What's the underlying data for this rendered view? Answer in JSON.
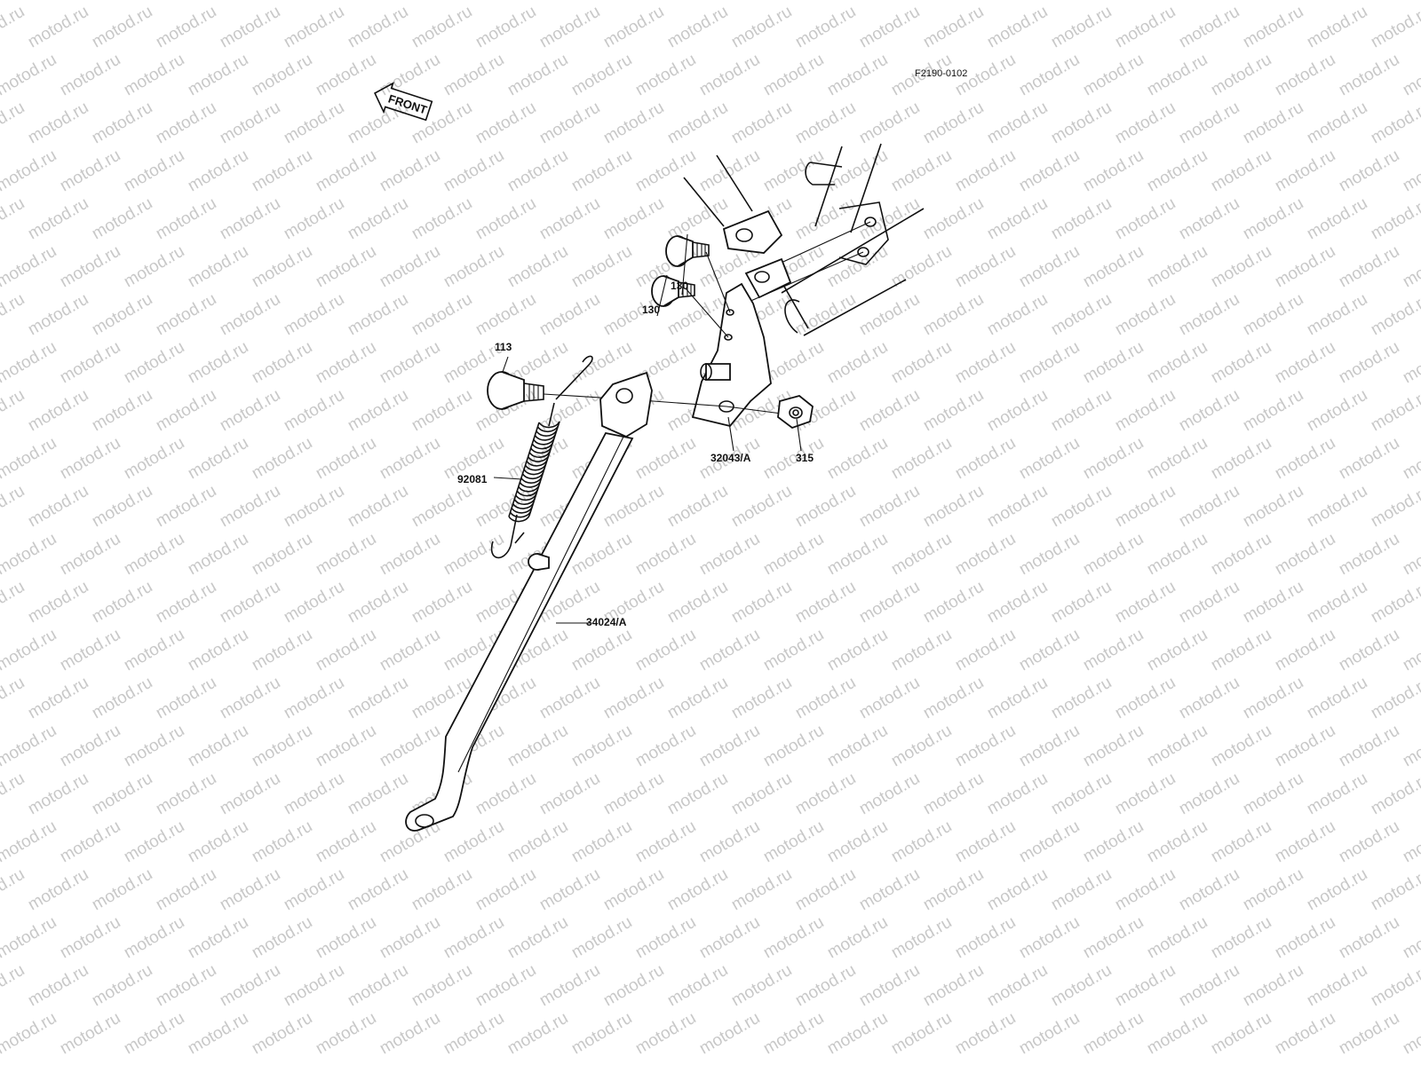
{
  "figure_code": "F2190-0102",
  "front_arrow_label": "FRONT",
  "watermark_text": "motod.ru",
  "callouts": {
    "bolt_upper": "130",
    "bolt_lower": "130",
    "pin_bolt": "113",
    "spring": "92081",
    "bracket": "32043/A",
    "nut": "315",
    "side_stand": "34024/A"
  },
  "colors": {
    "ink": "#111111",
    "watermark": "#c8c8c8",
    "background": "#ffffff"
  }
}
